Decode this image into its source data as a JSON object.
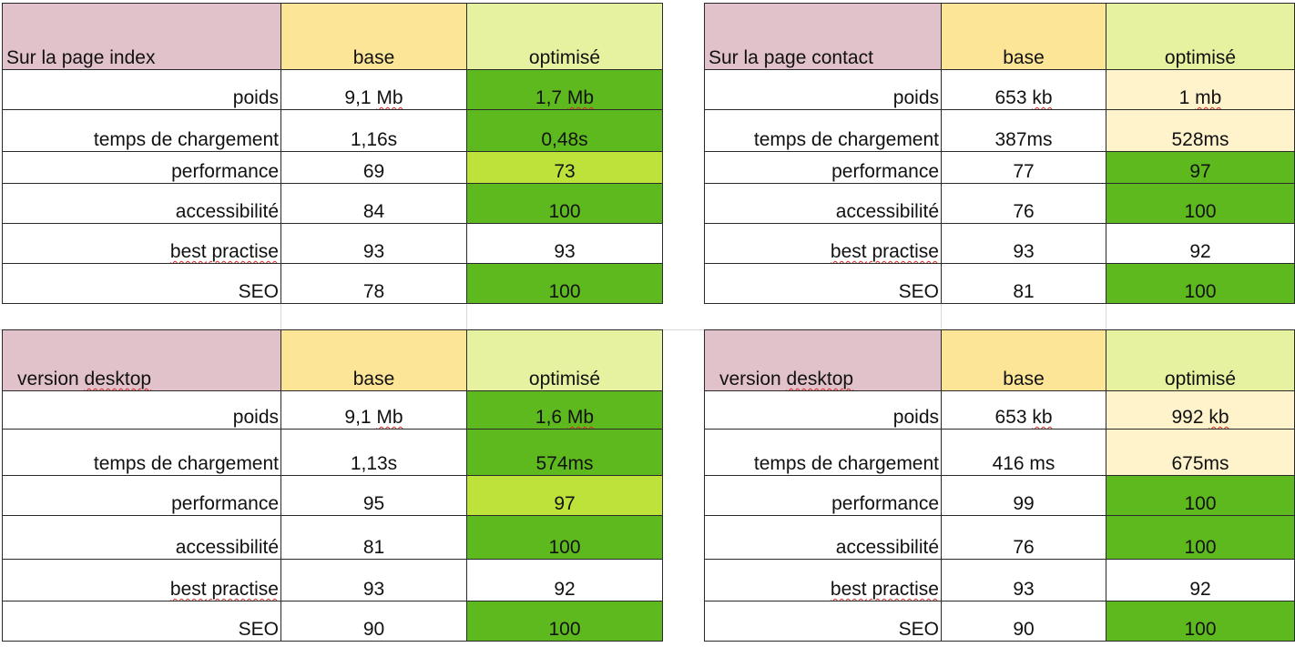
{
  "colors": {
    "title_header": "#e1c2cb",
    "base_header": "#fde597",
    "optimised_header": "#e6f2a0",
    "green": "#5eb91e",
    "lime": "#bde33a",
    "cream": "#fff3cc",
    "white": "#ffffff"
  },
  "tables": {
    "index_mobile": {
      "title": "Sur la page index",
      "col_base": "base",
      "col_opt": "optimisé",
      "rows": [
        {
          "label": "poids",
          "base": "9,1 Mb",
          "opt": "1,7 Mb",
          "opt_color": "green"
        },
        {
          "label": "temps de chargement",
          "base": "1,16s",
          "opt": "0,48s",
          "opt_color": "green"
        },
        {
          "label": "performance",
          "base": "69",
          "opt": "73",
          "opt_color": "lime"
        },
        {
          "label": "accessibilité",
          "base": "84",
          "opt": "100",
          "opt_color": "green"
        },
        {
          "label": "best practise",
          "base": "93",
          "opt": "93",
          "opt_color": "white"
        },
        {
          "label": "SEO",
          "base": "78",
          "opt": "100",
          "opt_color": "green"
        }
      ]
    },
    "contact_mobile": {
      "title": "Sur la page contact",
      "col_base": "base",
      "col_opt": "optimisé",
      "rows": [
        {
          "label": "poids",
          "base": "653 kb",
          "opt": "1 mb",
          "opt_color": "cream"
        },
        {
          "label": "temps de chargement",
          "base": "387ms",
          "opt": "528ms",
          "opt_color": "cream"
        },
        {
          "label": "performance",
          "base": "77",
          "opt": "97",
          "opt_color": "green"
        },
        {
          "label": "accessibilité",
          "base": "76",
          "opt": "100",
          "opt_color": "green"
        },
        {
          "label": "best practise",
          "base": "93",
          "opt": "92",
          "opt_color": "white"
        },
        {
          "label": "SEO",
          "base": "81",
          "opt": "100",
          "opt_color": "green"
        }
      ]
    },
    "index_desktop": {
      "title": "version desktop",
      "col_base": "base",
      "col_opt": "optimisé",
      "rows": [
        {
          "label": "poids",
          "base": "9,1 Mb",
          "opt": "1,6 Mb",
          "opt_color": "green"
        },
        {
          "label": "temps de chargement",
          "base": "1,13s",
          "opt": "574ms",
          "opt_color": "green"
        },
        {
          "label": "performance",
          "base": "95",
          "opt": "97",
          "opt_color": "lime"
        },
        {
          "label": "accessibilité",
          "base": "81",
          "opt": "100",
          "opt_color": "green"
        },
        {
          "label": "best practise",
          "base": "93",
          "opt": "92",
          "opt_color": "white"
        },
        {
          "label": "SEO",
          "base": "90",
          "opt": "100",
          "opt_color": "green"
        }
      ]
    },
    "contact_desktop": {
      "title": "version desktop",
      "col_base": "base",
      "col_opt": "optimisé",
      "rows": [
        {
          "label": "poids",
          "base": "653 kb",
          "opt": "992 kb",
          "opt_color": "cream"
        },
        {
          "label": "temps de chargement",
          "base": "416 ms",
          "opt": "675ms",
          "opt_color": "cream"
        },
        {
          "label": "performance",
          "base": "99",
          "opt": "100",
          "opt_color": "green"
        },
        {
          "label": "accessibilité",
          "base": "76",
          "opt": "100",
          "opt_color": "green"
        },
        {
          "label": "best practise",
          "base": "93",
          "opt": "92",
          "opt_color": "white"
        },
        {
          "label": "SEO",
          "base": "90",
          "opt": "100",
          "opt_color": "green"
        }
      ]
    }
  }
}
